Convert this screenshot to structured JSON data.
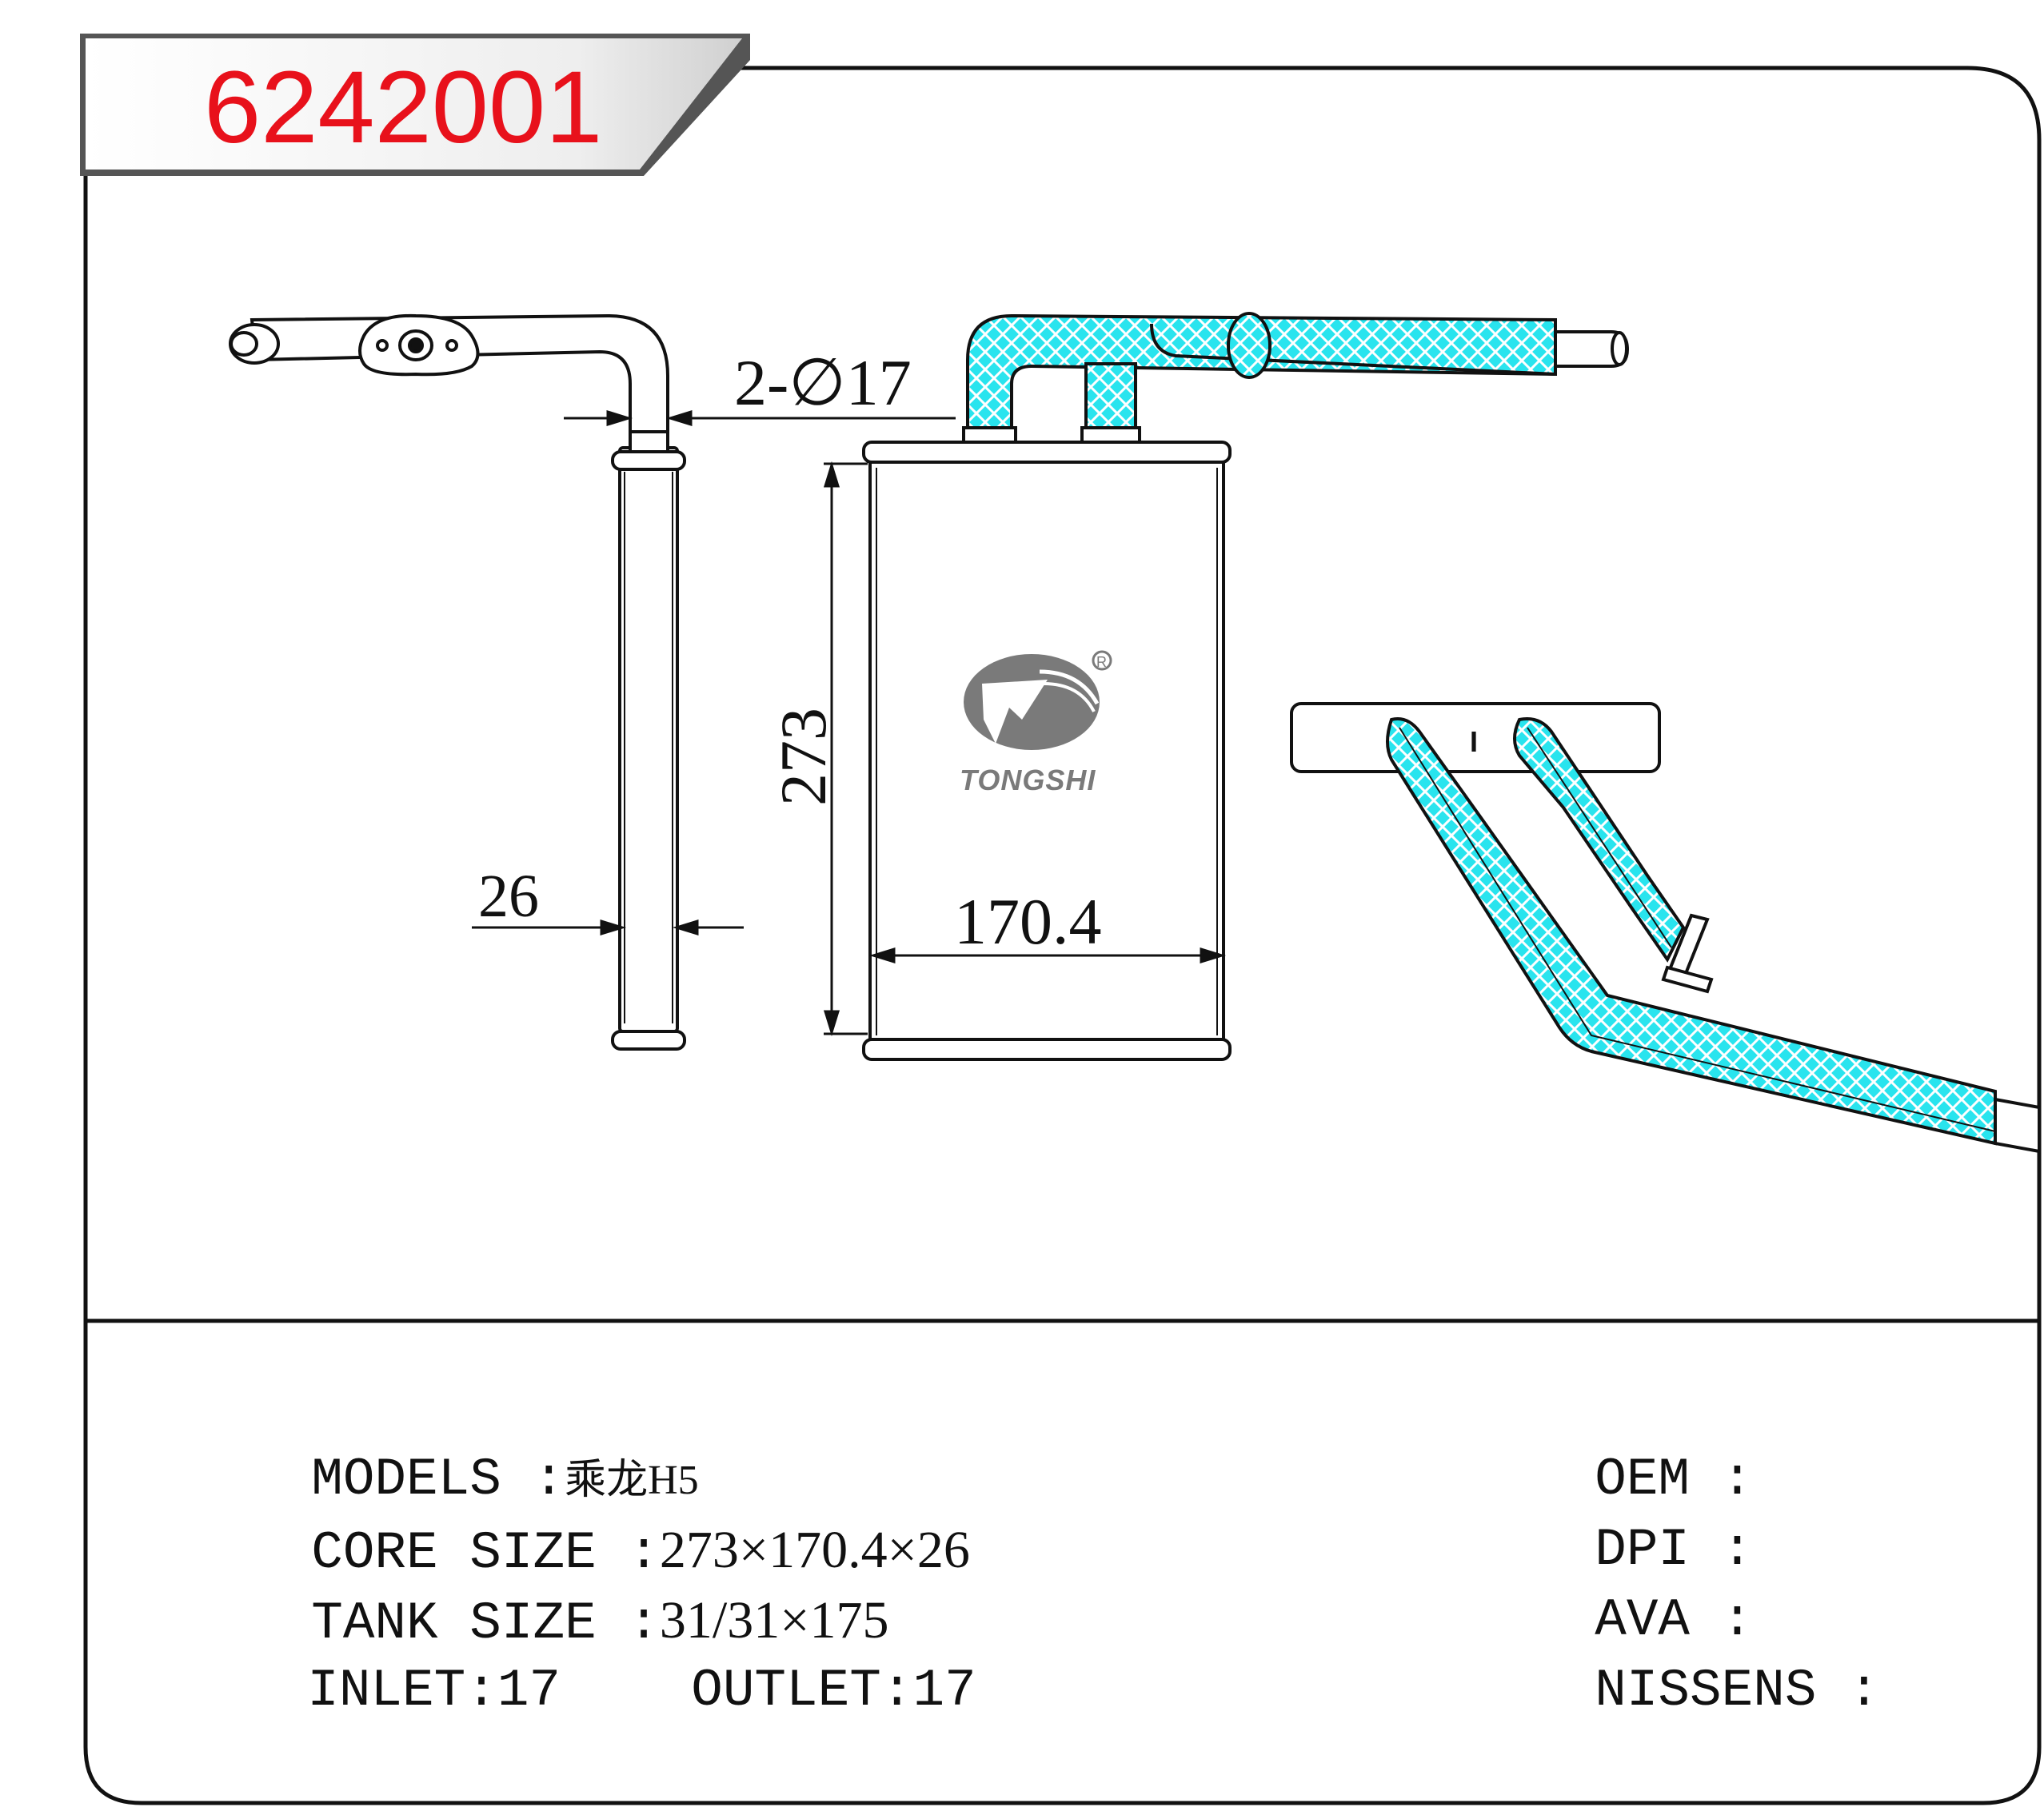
{
  "part_number": "6242001",
  "colors": {
    "part_number": "#e8111b",
    "hose_fill": "#29e4ee",
    "banner": "#555555",
    "logo": "#7a7a7a"
  },
  "dimensions": {
    "pipe_spec": "2-∅17",
    "height": "273",
    "width": "170.4",
    "thickness": "26"
  },
  "logo": {
    "text": "TONGSHI",
    "registered": "R"
  },
  "inlet_label": "I",
  "specs": {
    "models_label": "MODELS :",
    "models_value": "乘龙H5",
    "core_label": "CORE SIZE :",
    "core_value": "273×170.4×26",
    "tank_label": "TANK SIZE :",
    "tank_value": "31/31×175",
    "inlet_label": "INLET:",
    "inlet_value": "17",
    "outlet_label": "OUTLET:",
    "outlet_value": "17"
  },
  "cross_refs": {
    "oem_label": "OEM :",
    "oem_value": "",
    "dpi_label": "DPI :",
    "dpi_value": "",
    "ava_label": "AVA :",
    "ava_value": "",
    "nissens_label": "NISSENS :",
    "nissens_value": ""
  }
}
